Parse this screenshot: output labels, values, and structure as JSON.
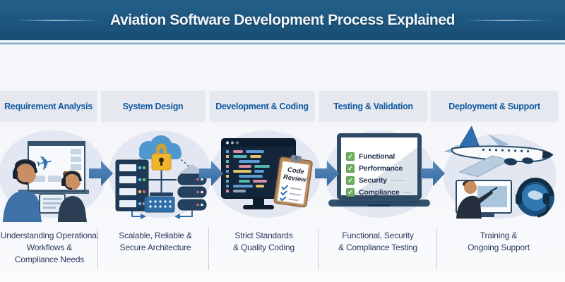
{
  "header": {
    "title": "Aviation Software Development Process Explained"
  },
  "stages": [
    {
      "label": "Requirement Analysis",
      "icon": "analysts-with-headsets-icon",
      "caption_lines": [
        "Understanding Operational",
        "Workflows &",
        "Compliance Needs"
      ]
    },
    {
      "label": "System Design",
      "icon": "cloud-lock-servers-icon",
      "caption_lines": [
        "Scalable, Reliable &",
        "Secure Architecture"
      ]
    },
    {
      "label": "Development & Coding",
      "icon": "code-editor-clipboard-icon",
      "clipboard_label": "Code Review",
      "caption_lines": [
        "Strict Standards",
        "& Quality Coding"
      ]
    },
    {
      "label": "Testing & Validation",
      "icon": "checklist-laptop-icon",
      "checklist": [
        "Functional",
        "Performance",
        "Security",
        "Compliance"
      ],
      "caption_lines": [
        "Functional, Security",
        "& Compliance Testing"
      ]
    },
    {
      "label": "Deployment & Support",
      "icon": "airplane-training-support-icon",
      "caption_lines": [
        "Training &",
        "Ongoing Support"
      ]
    }
  ],
  "icons": {
    "check": "✓",
    "airplane": "✈"
  },
  "colors": {
    "header_bg": "#1d567f",
    "header_title": "#f2f6fa",
    "accent_stripe": "#8fb9d8",
    "stage_box_bg": "#e6e8ef",
    "stage_label": "#0f59a0",
    "ellipse_bg": "#e3e7f1",
    "arrow": "#3f76ad",
    "caption_text": "#2a3a5f",
    "check_green": "#6fae5e",
    "padlock_gold": "#f1b42d"
  }
}
